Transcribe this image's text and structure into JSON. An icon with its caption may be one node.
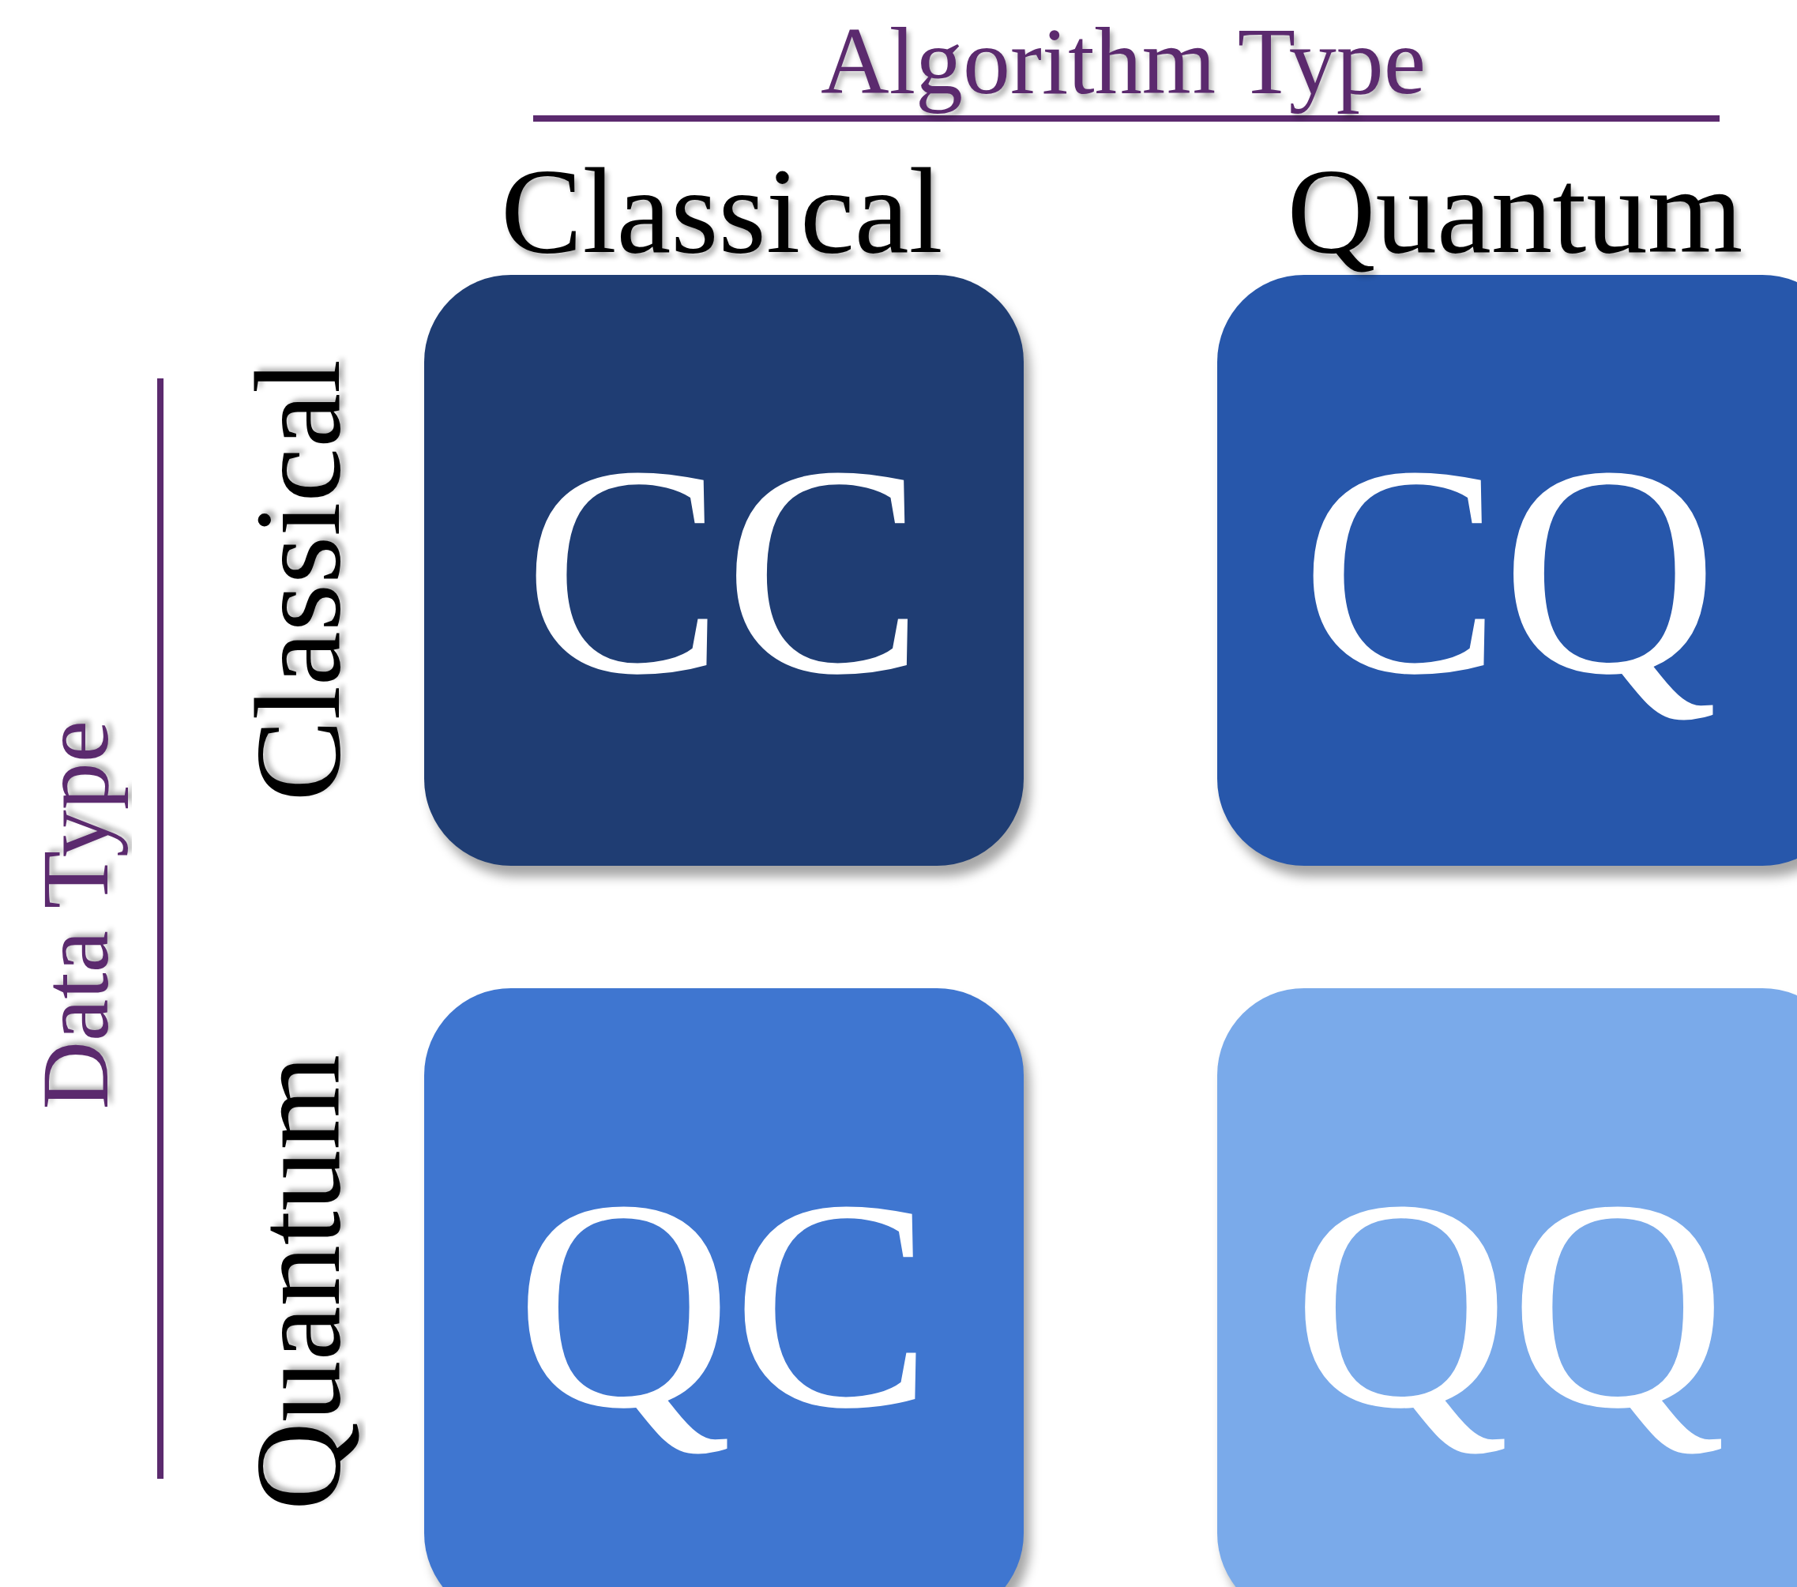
{
  "diagram": {
    "nodes": [
      {
        "text": [
          "CC"
        ]
      },
      {
        "text": [
          "CQ"
        ]
      },
      {
        "text": [
          "QC"
        ]
      },
      {
        "text": [
          "QQ"
        ]
      }
    ],
    "labels": [
      "Algorithm Type",
      "Classical",
      "Quantum",
      "Data Type",
      "Classical",
      "Quantum"
    ]
  }
}
